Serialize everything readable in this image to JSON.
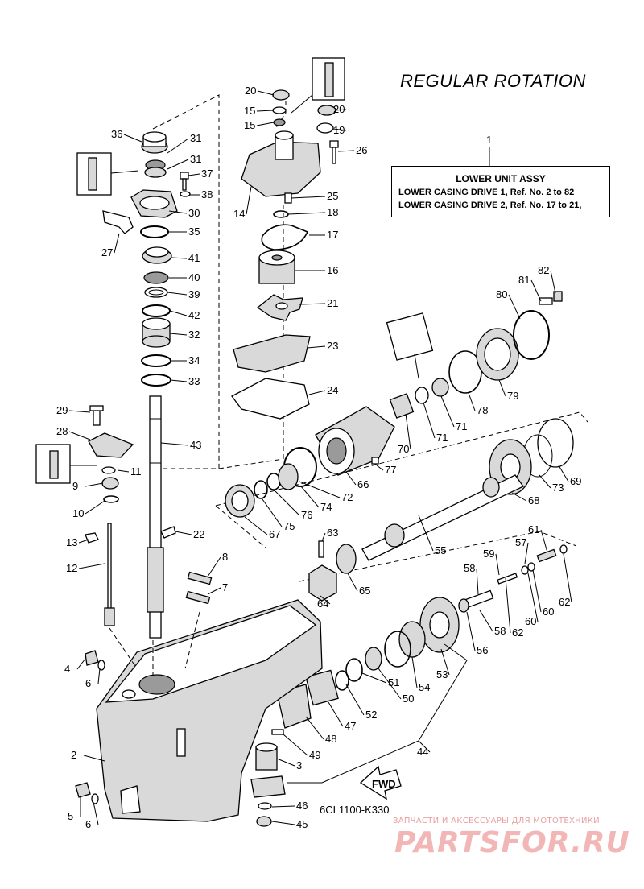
{
  "title": "REGULAR ROTATION",
  "assembly_box": {
    "ref": "1",
    "heading": "LOWER UNIT ASSY",
    "line1": "LOWER CASING DRIVE 1,  Ref. No. 2 to 82",
    "line2": "LOWER CASING DRIVE 2,  Ref. No. 17 to 21,"
  },
  "diagram_code": "6CL1100-K330",
  "fwd_label": "FWD",
  "watermark": {
    "top_text": "ЗАПЧАСТИ И АКСЕССУАРЫ ДЛЯ МОТОТЕХНИКИ",
    "brand_text": "PARTSFOR.RU"
  },
  "part_labels": [
    "2",
    "3",
    "4",
    "5",
    "6",
    "6",
    "7",
    "8",
    "9",
    "10",
    "11",
    "12",
    "13",
    "14",
    "15",
    "15",
    "16",
    "17",
    "18",
    "19",
    "20",
    "20",
    "21",
    "22",
    "23",
    "24",
    "25",
    "26",
    "27",
    "28",
    "29",
    "30",
    "31",
    "31",
    "32",
    "33",
    "34",
    "35",
    "36",
    "37",
    "38",
    "39",
    "40",
    "41",
    "42",
    "43",
    "44",
    "45",
    "46",
    "47",
    "48",
    "49",
    "50",
    "51",
    "52",
    "53",
    "54",
    "55",
    "56",
    "57",
    "58",
    "58",
    "59",
    "60",
    "60",
    "61",
    "62",
    "62",
    "63",
    "64",
    "65",
    "66",
    "67",
    "68",
    "69",
    "70",
    "71",
    "71",
    "72",
    "73",
    "74",
    "75",
    "76",
    "77",
    "78",
    "79",
    "80",
    "81",
    "82"
  ]
}
